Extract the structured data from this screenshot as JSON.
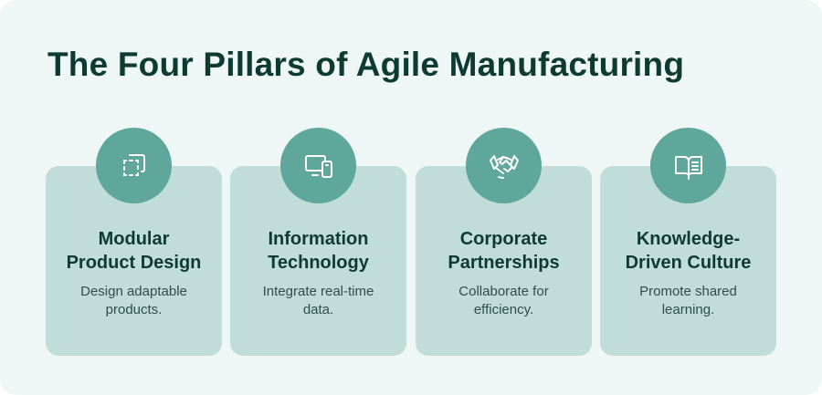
{
  "title": "The Four Pillars of Agile Manufacturing",
  "colors": {
    "background": "#eef6f6",
    "card": "#c1ddd9",
    "circle": "#5fa69b",
    "heading": "#0e3b31"
  },
  "pillars": [
    {
      "icon": "modular-select-icon",
      "heading_line1": "Modular",
      "heading_line2": "Product Design",
      "desc_line1": "Design adaptable",
      "desc_line2": "products."
    },
    {
      "icon": "devices-icon",
      "heading_line1": "Information",
      "heading_line2": "Technology",
      "desc_line1": "Integrate real-time",
      "desc_line2": "data."
    },
    {
      "icon": "handshake-icon",
      "heading_line1": "Corporate",
      "heading_line2": "Partnerships",
      "desc_line1": "Collaborate for",
      "desc_line2": "efficiency."
    },
    {
      "icon": "book-icon",
      "heading_line1": "Knowledge-",
      "heading_line2": "Driven Culture",
      "desc_line1": "Promote shared",
      "desc_line2": "learning."
    }
  ]
}
